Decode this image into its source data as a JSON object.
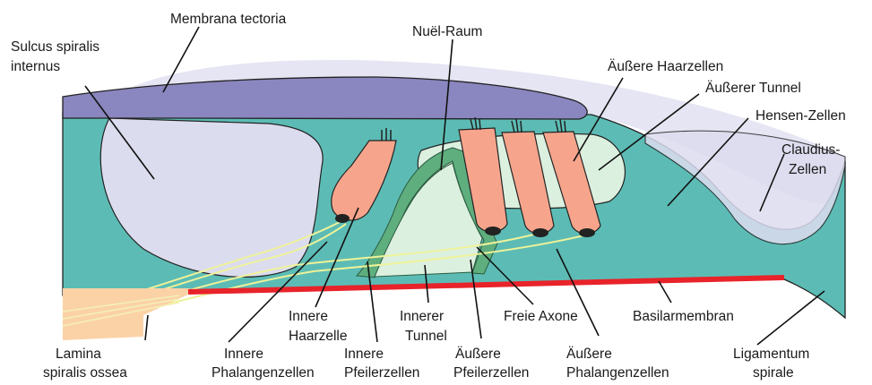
{
  "labels": {
    "membrana_tectoria": "Membrana tectoria",
    "sulcus_1": "Sulcus spiralis",
    "sulcus_2": "internus",
    "nuel_raum": "Nuël-Raum",
    "aeussere_haarzellen": "Äußere Haarzellen",
    "aeusserer_tunnel": "Äußerer Tunnel",
    "hensen_zellen": "Hensen-Zellen",
    "claudius_1": "Claudius-",
    "claudius_2": "Zellen",
    "lamina_1": "Lamina",
    "lamina_2": "spiralis ossea",
    "innere_phal_1": "Innere",
    "innere_phal_2": "Phalangenzellen",
    "innere_haar_1": "Innere",
    "innere_haar_2": "Haarzelle",
    "innere_pfeiler_1": "Innere",
    "innere_pfeiler_2": "Pfeilerzellen",
    "innerer_tunnel_1": "Innerer",
    "innerer_tunnel_2": "Tunnel",
    "aeussere_pfeiler_1": "Äußere",
    "aeussere_pfeiler_2": "Pfeilerzellen",
    "freie_axone": "Freie Axone",
    "aeussere_phal_1": "Äußere",
    "aeussere_phal_2": "Phalangenzellen",
    "basilarmembran": "Basilarmembran",
    "ligamentum_1": "Ligamentum",
    "ligamentum_2": "spirale"
  },
  "colors": {
    "teal_tissue": "#5cbcb5",
    "tectoria": "#8a86bf",
    "light_lavender": "#dcdcef",
    "hair_cell": "#f6a58c",
    "pillar_green": "#5fae7e",
    "tunnel_fill": "#dcf0e0",
    "nerve_yellow": "#eef29a",
    "lamina_bone": "#fbd2a6",
    "basilar_red": "#e8232a",
    "nucleus": "#222222"
  }
}
